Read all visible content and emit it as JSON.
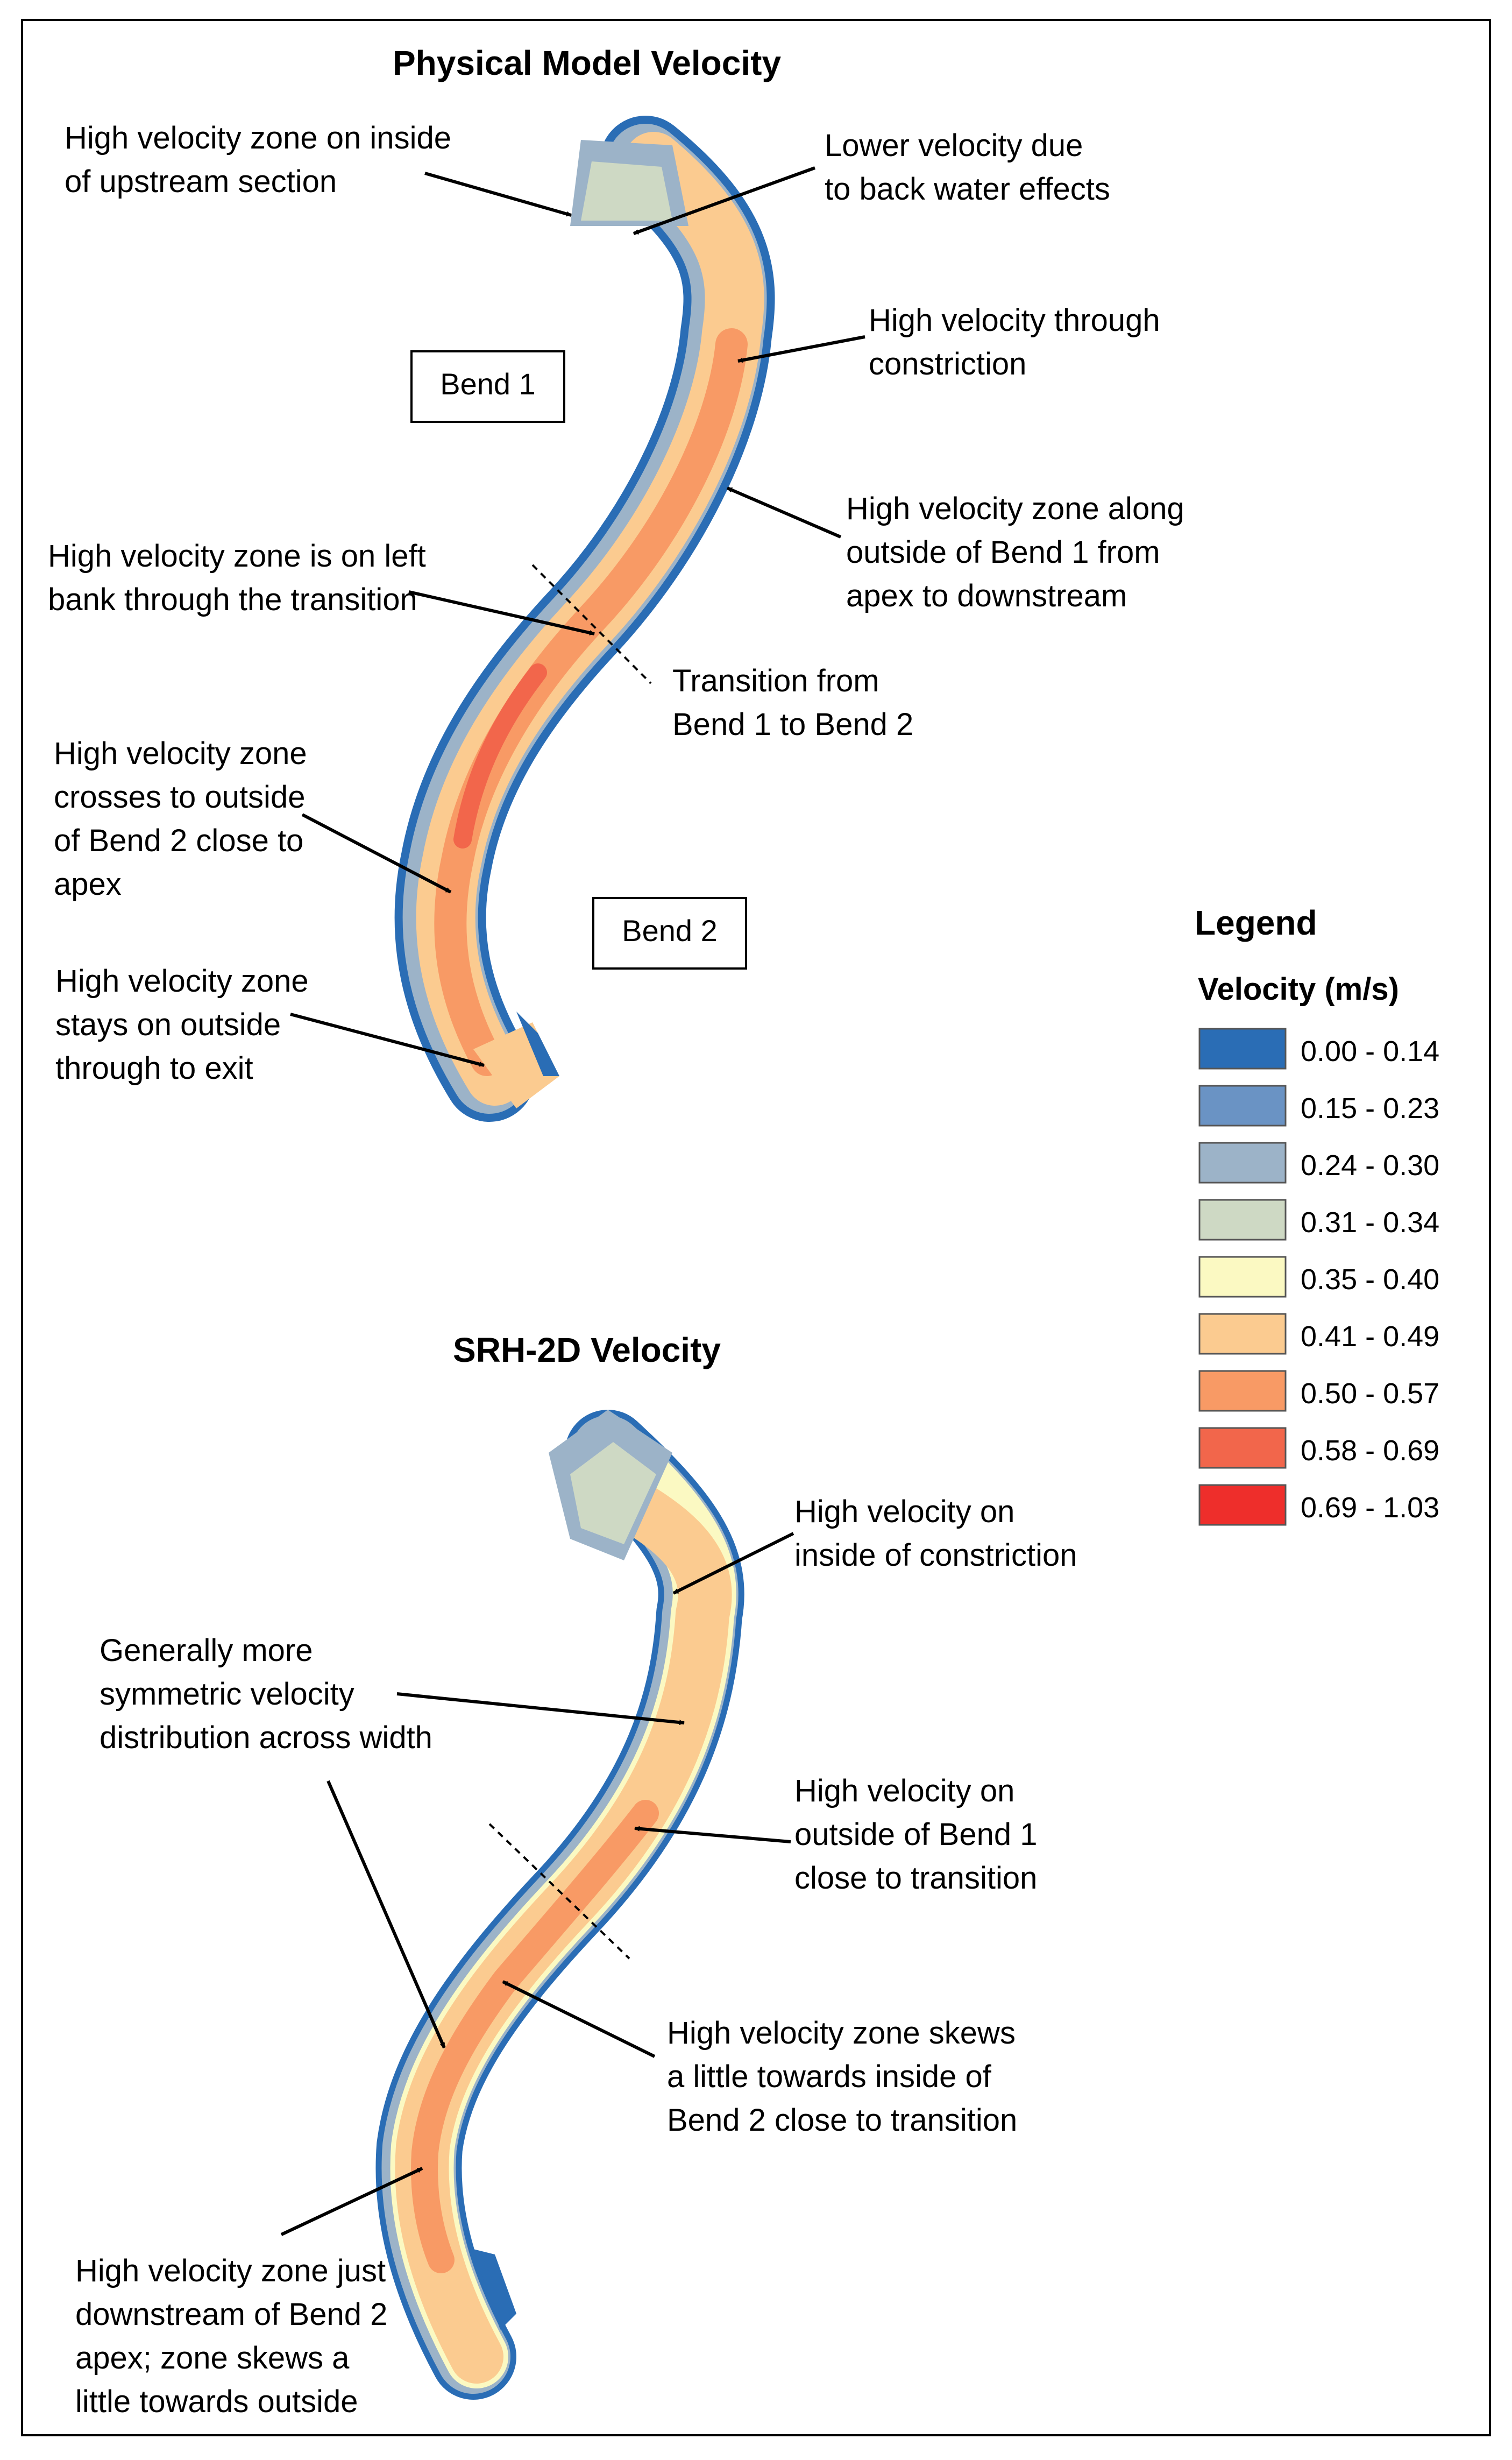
{
  "figure": {
    "top_panel": {
      "title": "Physical Model Velocity",
      "labels": {
        "bend1": "Bend 1",
        "bend2": "Bend 2"
      },
      "annotations": {
        "a1": [
          "High velocity zone on inside",
          "of upstream section"
        ],
        "a2": [
          "Lower velocity due",
          "to back water effects"
        ],
        "a3": [
          "High velocity through",
          "constriction"
        ],
        "a4": [
          "High velocity zone along",
          "outside of Bend 1 from",
          "apex to downstream"
        ],
        "a5": [
          "High velocity zone is on left",
          "bank through the transition"
        ],
        "a6": [
          "Transition from",
          "Bend 1 to Bend 2"
        ],
        "a7": [
          "High velocity zone",
          "crosses to outside",
          "of Bend 2 close to",
          "apex"
        ],
        "a8": [
          "High velocity zone",
          "stays on outside",
          "through to exit"
        ]
      }
    },
    "bottom_panel": {
      "title": "SRH-2D Velocity",
      "annotations": {
        "b1": [
          "High velocity on",
          "inside of constriction"
        ],
        "b2": [
          "Generally more",
          "symmetric velocity",
          "distribution across width"
        ],
        "b3": [
          "High velocity on",
          "outside of Bend 1",
          "close to transition"
        ],
        "b4": [
          "High velocity zone skews",
          "a little towards inside of",
          "Bend 2 close to transition"
        ],
        "b5": [
          "High velocity zone just",
          "downstream of Bend 2",
          "apex; zone skews a",
          "little towards outside"
        ]
      }
    },
    "legend": {
      "title": "Legend",
      "subtitle": "Velocity (m/s)",
      "items": [
        {
          "label": "0.00 - 0.14",
          "color": "#2a6db5"
        },
        {
          "label": "0.15 - 0.23",
          "color": "#6a93c4"
        },
        {
          "label": "0.24 - 0.30",
          "color": "#9cb3c8"
        },
        {
          "label": "0.31 - 0.34",
          "color": "#ced9c4"
        },
        {
          "label": "0.35 - 0.40",
          "color": "#fbf9c2"
        },
        {
          "label": "0.41 - 0.49",
          "color": "#fbcb90"
        },
        {
          "label": "0.50 - 0.57",
          "color": "#f89a65"
        },
        {
          "label": "0.58 - 0.69",
          "color": "#f2664b"
        },
        {
          "label": "0.69 - 1.03",
          "color": "#ee2e2b"
        }
      ]
    }
  }
}
